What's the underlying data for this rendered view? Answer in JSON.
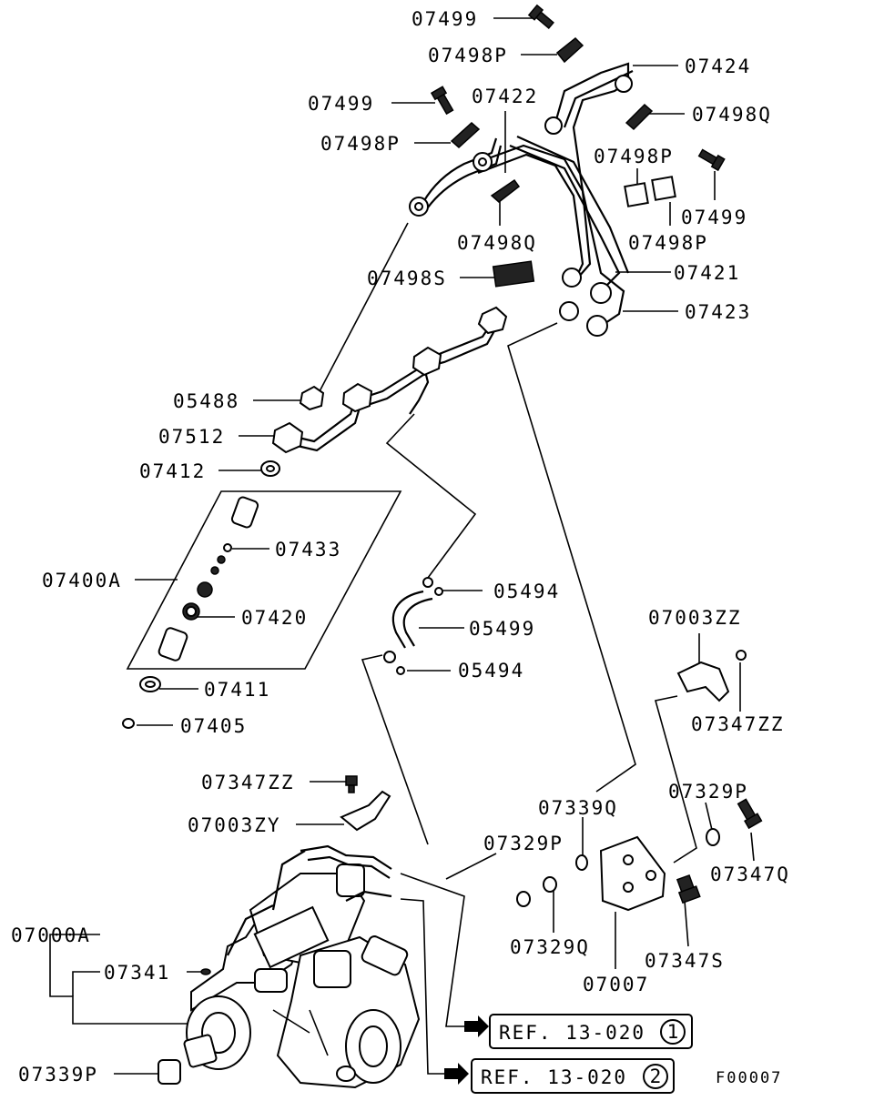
{
  "labels": {
    "p07499_top": "07499",
    "p07498P_top": "07498P",
    "p07424": "07424",
    "p07499_left": "07499",
    "p07422": "07422",
    "p07498Q_right": "07498Q",
    "p07498P_left": "07498P",
    "p07498P_right": "07498P",
    "p07499_right": "07499",
    "p07498Q_mid": "07498Q",
    "p07498P_lower": "07498P",
    "p07498S": "07498S",
    "p07421": "07421",
    "p07423": "07423",
    "p05488": "05488",
    "p07512": "07512",
    "p07412": "07412",
    "p07433": "07433",
    "p07400A": "07400A",
    "p05494_top": "05494",
    "p07420": "07420",
    "p05499": "05499",
    "p05494_bot": "05494",
    "p07003ZZ": "07003ZZ",
    "p07411": "07411",
    "p07347ZZ_right": "07347ZZ",
    "p07405": "07405",
    "p07347ZZ_left": "07347ZZ",
    "p07329P_right": "07329P",
    "p07339Q": "07339Q",
    "p07003ZY": "07003ZY",
    "p07347Q": "07347Q",
    "p07329P_mid": "07329P",
    "p07000A": "07000A",
    "p07329Q": "07329Q",
    "p07347S": "07347S",
    "p07341": "07341",
    "p07007": "07007",
    "p07339P": "07339P"
  },
  "refs": {
    "ref1_text": "REF. 13-020",
    "ref1_num": "1",
    "ref2_text": "REF. 13-020",
    "ref2_num": "2"
  },
  "figure_code": "F00007"
}
